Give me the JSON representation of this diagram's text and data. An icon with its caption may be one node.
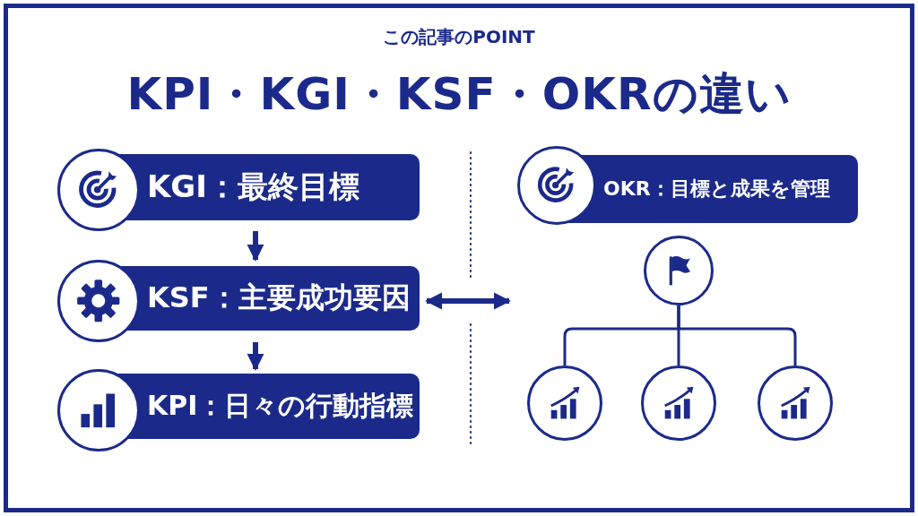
{
  "diagram": {
    "title": "KPI・KGI・KSF・OKRの違い",
    "nodes": [
      {
        "text": [
          "KGI：最終目標"
        ]
      },
      {
        "text": [
          "KSF：主要成功要因"
        ]
      },
      {
        "text": [
          "KPI：日々の行動指標"
        ]
      },
      {
        "text": [
          "OKR：目標と成果を管理"
        ]
      },
      {
        "text": [],
        "shape": "circle"
      },
      {
        "text": [],
        "shape": "circle"
      },
      {
        "text": [],
        "shape": "circle"
      },
      {
        "text": [],
        "shape": "circle"
      }
    ],
    "edges": [
      {
        "from": 0,
        "to": 1,
        "arrow": "to",
        "style": "thick"
      },
      {
        "from": 1,
        "to": 2,
        "arrow": "to",
        "style": "thick"
      },
      {
        "from": 1,
        "to": null,
        "arrow": "both",
        "style": "thick"
      },
      {
        "from": 4,
        "to": 5,
        "arrow": "none"
      },
      {
        "from": 4,
        "to": 6,
        "arrow": "none"
      },
      {
        "from": 4,
        "to": 7,
        "arrow": "none"
      }
    ],
    "labels": [
      "この記事のPOINT"
    ]
  }
}
